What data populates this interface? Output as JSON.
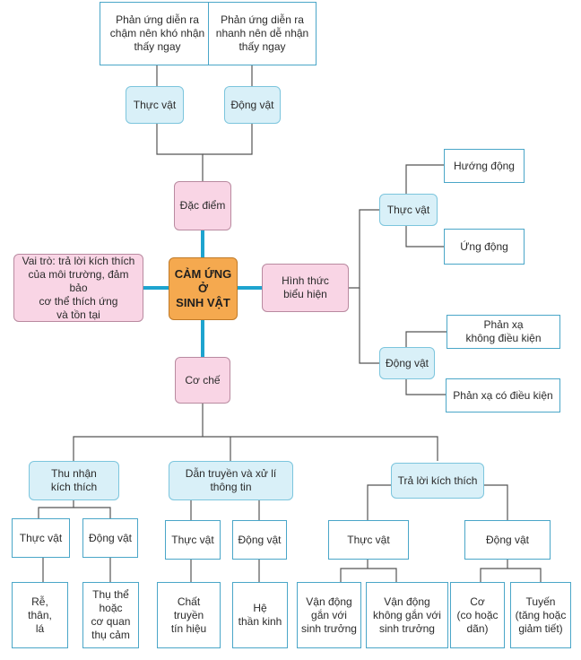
{
  "center": "CẢM ỨNG Ở\nSINH VẬT",
  "features": {
    "title": "Đặc điểm",
    "plant": "Thực vật",
    "animal": "Động vật",
    "plant_desc": "Phản ứng diễn ra\nchậm nên khó nhận\nthấy ngay",
    "animal_desc": "Phản ứng diễn ra\nnhanh nên dễ nhận\nthấy ngay"
  },
  "role": "Vai trò: trả lời kích thích\ncủa môi trường, đảm bảo\ncơ thể thích ứng\nvà tồn tại",
  "forms": {
    "title": "Hình thức\nbiểu hiện",
    "plant": "Thực vật",
    "tropism": "Hướng động",
    "nastic": "Ứng động",
    "animal": "Động vật",
    "unconditioned": "Phản xạ\nkhông điều kiện",
    "conditioned": "Phản xạ có điều kiện"
  },
  "mechanism": {
    "title": "Cơ chế",
    "receive": {
      "title": "Thu nhận\nkích thích",
      "plant": "Thực vật",
      "animal": "Động vật",
      "plant_detail": "Rễ,\nthân,\nlá",
      "animal_detail": "Thụ thể\nhoặc\ncơ quan\nthụ cảm"
    },
    "transmit": {
      "title": "Dẫn truyền và xử lí\nthông tin",
      "plant": "Thực vật",
      "animal": "Động vật",
      "plant_detail": "Chất truyền\ntín hiệu",
      "animal_detail": "Hệ\nthần kinh"
    },
    "respond": {
      "title": "Trả lời kích thích",
      "plant": "Thực vật",
      "animal": "Động vật",
      "plant_detail_1": "Vận động\ngắn với\nsinh trưởng",
      "plant_detail_2": "Vận động\nkhông gắn với\nsinh trưởng",
      "animal_detail_1": "Cơ\n(co hoặc\ndãn)",
      "animal_detail_2": "Tuyến\n(tăng hoặc\ngiảm tiết)"
    }
  },
  "colors": {
    "connector": "#555555",
    "thick_connector": "#1ea4cf",
    "center_fill": "#f5a94f",
    "pink_fill": "#f9d5e5",
    "blue_fill": "#d9f0f8",
    "white_border": "#4aa6c8"
  }
}
